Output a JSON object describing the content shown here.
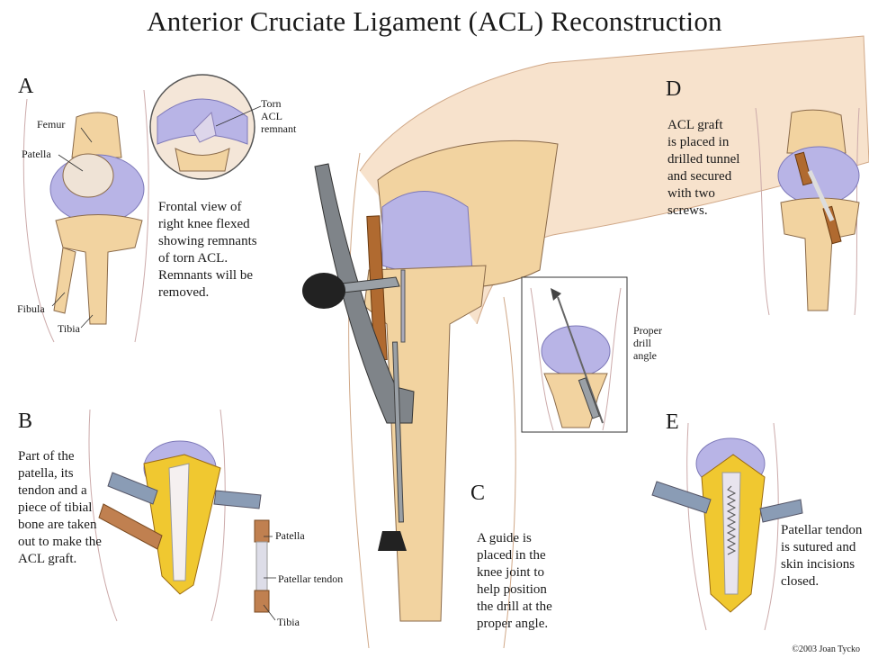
{
  "title": "Anterior Cruciate Ligament (ACL) Reconstruction",
  "panels": {
    "a": {
      "letter": "A",
      "caption": "Frontal view of\nright knee flexed\nshowing remnants\nof torn ACL.\nRemnants will be\nremoved.",
      "labels": {
        "femur": "Femur",
        "patella": "Patella",
        "fibula": "Fibula",
        "tibia": "Tibia",
        "torn_acl": "Torn\nACL\nremnant"
      }
    },
    "b": {
      "letter": "B",
      "caption": "Part of the\npatella, its\ntendon and a\npiece of tibial\nbone are taken\nout to make the\nACL graft.",
      "labels": {
        "patella": "Patella",
        "patellar_tendon": "Patellar tendon",
        "tibia": "Tibia"
      }
    },
    "c": {
      "letter": "C",
      "caption": "A guide is\nplaced in the\nknee joint to\nhelp position\nthe drill at the\nproper angle.",
      "inset_label": "Proper\ndrill\nangle"
    },
    "d": {
      "letter": "D",
      "caption": "ACL graft\nis placed in\ndrilled tunnel\nand secured\nwith two\nscrews."
    },
    "e": {
      "letter": "E",
      "caption": "Patellar tendon\nis sutured and\nskin incisions\nclosed."
    }
  },
  "credit": "©2003 Joan Tycko",
  "colors": {
    "bone": "#f2d3a0",
    "bone_dark": "#d9a868",
    "cartilage": "#b8b4e6",
    "skin": "#f7e2cc",
    "fat": "#f0c830",
    "tool": "#7f8489",
    "outline": "#8a6a4a"
  }
}
